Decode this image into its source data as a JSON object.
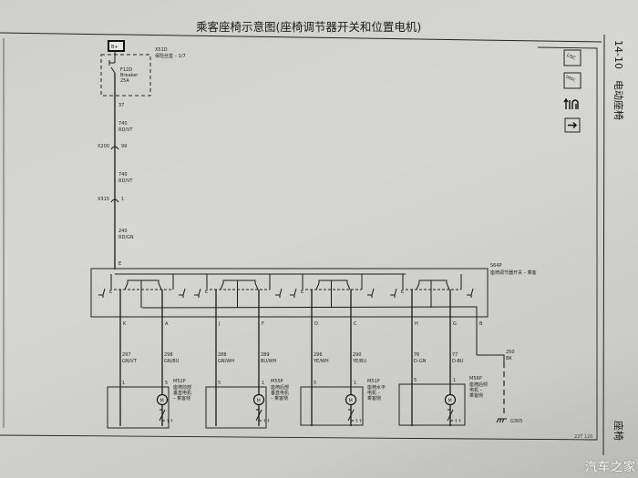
{
  "title": "乘客座椅示意图(座椅调节器开关和位置电机)",
  "side": {
    "section": "14-10",
    "chapter": "电动座椅",
    "bottom": "座椅"
  },
  "icons": {
    "loc": "LOC",
    "desc": "DESC"
  },
  "power": {
    "source": "B+",
    "fuse_block": "X51D",
    "fuse_block_desc": "保险丝盒 – 1/7",
    "breaker_id": "F12D",
    "breaker_name": "Breaker",
    "breaker_rating": "25A",
    "pin_37": "37",
    "wire1_num": "740",
    "wire1_color": "RD/VT",
    "conn1": "X200",
    "conn1_pin": "99",
    "wire2_num": "740",
    "wire2_color": "RD/VT",
    "conn2": "X315",
    "conn2_pin": "1",
    "wire3_num": "240",
    "wire3_color": "RD/GN",
    "pin_e": "E"
  },
  "switch": {
    "id": "S64P",
    "desc": "座椅调节器开关 – 乘客",
    "pin_b": "B"
  },
  "motors": [
    {
      "pins": [
        "K",
        "A"
      ],
      "wires": [
        [
          "297",
          "GN/VT"
        ],
        [
          "298",
          "GN/BU"
        ]
      ],
      "mpins": [
        "1",
        "5"
      ],
      "id": "M52P",
      "desc": [
        "座椅前部",
        "垂直电机",
        "– 乘客侧"
      ]
    },
    {
      "pins": [
        "J",
        "F"
      ],
      "wires": [
        [
          "288",
          "GN/WH"
        ],
        [
          "289",
          "BU/WH"
        ]
      ],
      "mpins": [
        "5",
        "1"
      ],
      "id": "M55P",
      "desc": [
        "座椅后部",
        "垂直电机",
        "– 乘客侧"
      ]
    },
    {
      "pins": [
        "D",
        "C"
      ],
      "wires": [
        [
          "296",
          "YE/WH"
        ],
        [
          "290",
          "YE/BU"
        ]
      ],
      "mpins": [
        "5",
        "1"
      ],
      "id": "M51P",
      "desc": [
        "座椅水平",
        "电机 –",
        "乘客侧"
      ]
    },
    {
      "pins": [
        "H",
        "G"
      ],
      "wires": [
        [
          "76",
          "D-GN"
        ],
        [
          "77",
          "D-BU"
        ]
      ],
      "mpins": [
        "5",
        "1"
      ],
      "id": "M56P",
      "desc": [
        "座椅后倾",
        "电机 –",
        "乘客侧"
      ]
    }
  ],
  "ground": {
    "wire_num": "250",
    "wire_color": "BK",
    "id": "G305"
  },
  "motor_symbol": "M",
  "footer": "22T 120",
  "watermark": "汽车之家"
}
